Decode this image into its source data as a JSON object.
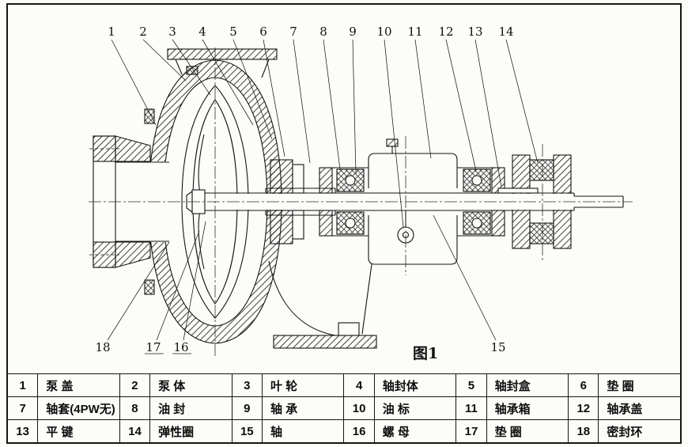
{
  "figure": {
    "caption": "图1"
  },
  "callouts": [
    "1",
    "2",
    "3",
    "4",
    "5",
    "6",
    "7",
    "8",
    "9",
    "10",
    "11",
    "12",
    "13",
    "14",
    "15",
    "16",
    "17",
    "18"
  ],
  "parts_table": {
    "rows": [
      [
        {
          "num": "1",
          "name": "泵  盖"
        },
        {
          "num": "2",
          "name": "泵  体"
        },
        {
          "num": "3",
          "name": "叶  轮"
        },
        {
          "num": "4",
          "name": "轴封体"
        },
        {
          "num": "5",
          "name": "轴封盒"
        },
        {
          "num": "6",
          "name": "垫  圈"
        }
      ],
      [
        {
          "num": "7",
          "name": "轴套(4PW无)"
        },
        {
          "num": "8",
          "name": "油  封"
        },
        {
          "num": "9",
          "name": "轴  承"
        },
        {
          "num": "10",
          "name": "油  标"
        },
        {
          "num": "11",
          "name": "轴承箱"
        },
        {
          "num": "12",
          "name": "轴承盖"
        }
      ],
      [
        {
          "num": "13",
          "name": "平  键"
        },
        {
          "num": "14",
          "name": "弹性圈"
        },
        {
          "num": "15",
          "name": "轴"
        },
        {
          "num": "16",
          "name": "螺  母"
        },
        {
          "num": "17",
          "name": "垫  圈"
        },
        {
          "num": "18",
          "name": "密封环"
        }
      ]
    ]
  }
}
